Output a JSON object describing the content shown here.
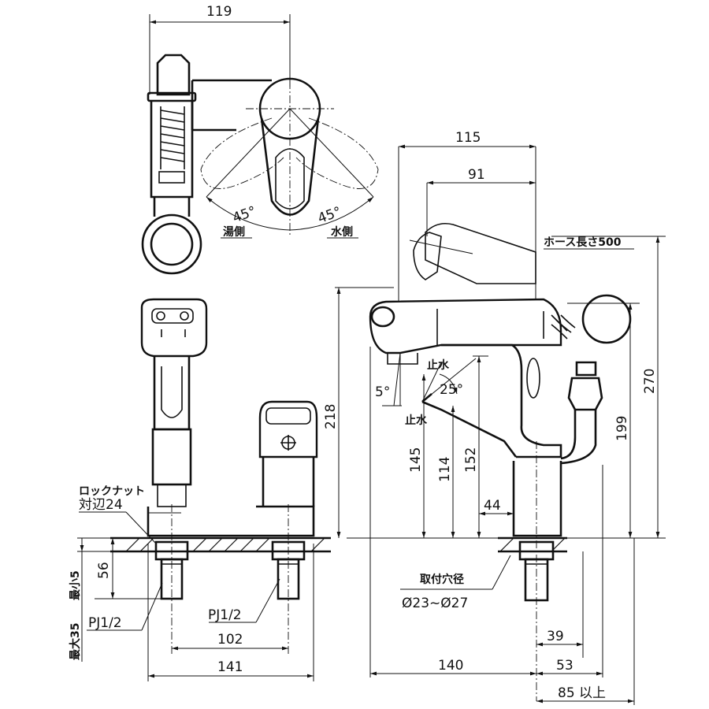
{
  "dimensions": {
    "top_width": "119",
    "side_width": "115",
    "spout_reach": "91",
    "hose_length": "ホース長さ500",
    "angle_left": "45°",
    "angle_right": "45°",
    "hot_side": "湯側",
    "cold_side": "水側",
    "lock_nut": "ロックナット",
    "across_flats": "対辺24",
    "h56": "56",
    "min5": "最小5",
    "max35": "最大35",
    "pj_left": "PJ1/2",
    "pj_right": "PJ1/2",
    "w102": "102",
    "w141": "141",
    "h218": "218",
    "h145": "145",
    "h114": "114",
    "h152": "152",
    "w44": "44",
    "h199": "199",
    "h270": "270",
    "stop_top": "止水",
    "stop_bottom": "止水",
    "angle5": "5°",
    "angle25": "25°",
    "mount_hole": "取付穴径",
    "hole_range": "Ø23~Ø27",
    "w39": "39",
    "w140": "140",
    "w53": "53",
    "w85": "85 以上"
  }
}
